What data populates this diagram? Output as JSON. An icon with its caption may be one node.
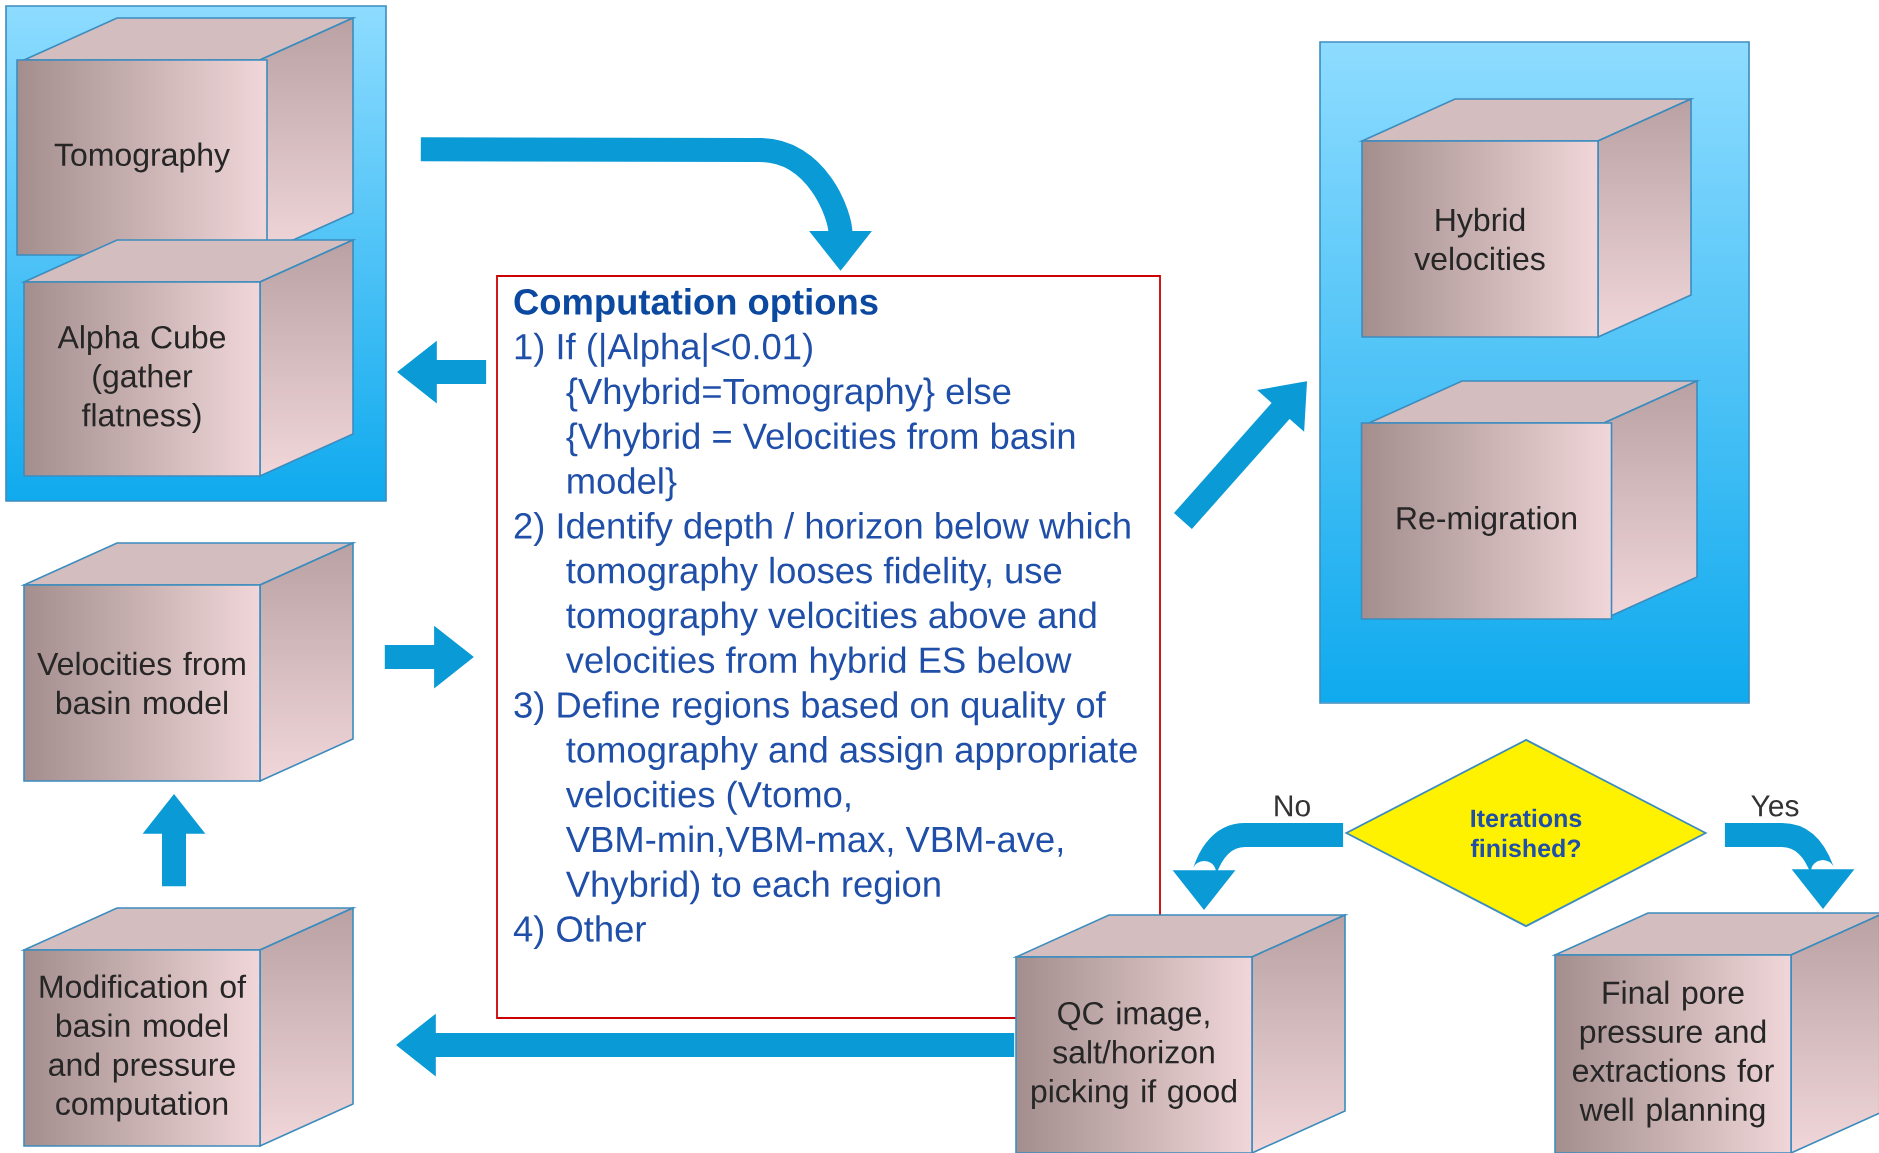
{
  "diagram": {
    "nodes": [
      {
        "text": [],
        "shape": "box"
      },
      {
        "text": [
          "Tomography"
        ],
        "in": 0
      },
      {
        "text": [
          "Alpha Cube (gather flatness)"
        ],
        "in": 0
      },
      {
        "text": [
          "Computation options",
          "1) If (|Alpha|<0.01) {Vhybrid=Tomography} else {Vhybrid = Velocities from basin model}",
          "2) Identify depth / horizon below which tomography looses fidelity, use tomography velocities above and velocities from hybrid ES below",
          "3) Define regions based on quality of tomography and assign appropriate velocities (Vtomo, VBM-min,VBM-max, VBM-ave, Vhybrid) to each region",
          "4) Other"
        ]
      },
      {
        "text": [],
        "shape": "box"
      },
      {
        "text": [
          "Hybrid velocities"
        ],
        "in": 4
      },
      {
        "text": [
          "Re-migration"
        ],
        "in": 4
      },
      {
        "text": [
          "Velocities from basin model"
        ]
      },
      {
        "text": [
          "Modification of basin model and pressure computation"
        ]
      },
      {
        "text": [
          "Iterations finished?"
        ]
      },
      {
        "text": [
          "QC image, salt/horizon picking if good"
        ]
      },
      {
        "text": [
          "Final pore pressure and extractions for well planning"
        ]
      }
    ],
    "edges": [
      {
        "from": 0,
        "to": 3,
        "arrow": "to"
      },
      {
        "from": 3,
        "to": 0,
        "arrow": "to"
      },
      {
        "from": 7,
        "to": 3,
        "arrow": "to"
      },
      {
        "from": 3,
        "to": 4,
        "arrow": "to"
      },
      {
        "from": 8,
        "to": 7,
        "arrow": "to"
      },
      {
        "from": 10,
        "to": 8,
        "arrow": "to"
      },
      {
        "from": 9,
        "to": 10,
        "arrow": "to",
        "label": "No"
      },
      {
        "from": 9,
        "to": 11,
        "arrow": "to",
        "label": "Yes"
      }
    ]
  }
}
